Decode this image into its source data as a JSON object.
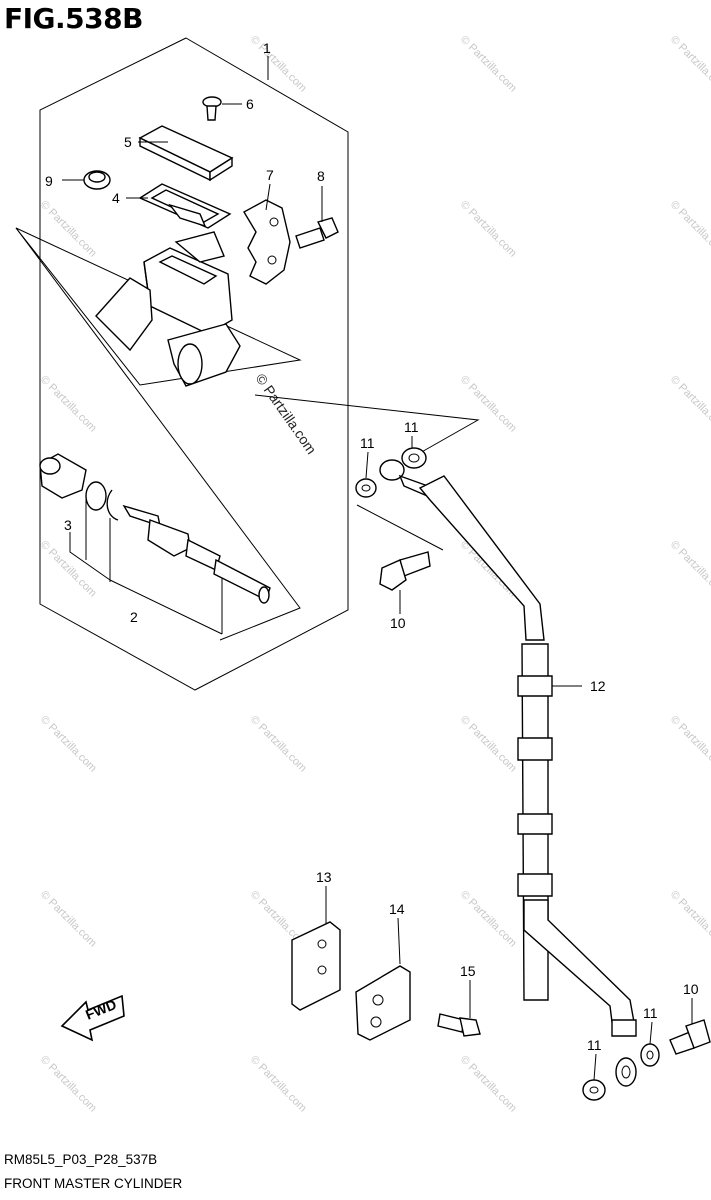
{
  "figure": {
    "title": "FIG.538B",
    "code": "RM85L5_P03_P28_537B",
    "name": "FRONT MASTER CYLINDER"
  },
  "watermark": {
    "text": "© Partzilla.com",
    "center_text": "© Partzilla.com"
  },
  "callouts": {
    "c1": "1",
    "c2": "2",
    "c3": "3",
    "c4": "4",
    "c5": "5",
    "c6": "6",
    "c7": "7",
    "c8": "8",
    "c9": "9",
    "c10a": "10",
    "c10b": "10",
    "c11a": "11",
    "c11b": "11",
    "c11c": "11",
    "c11d": "11",
    "c12": "12",
    "c13": "13",
    "c14": "14",
    "c15": "15"
  },
  "fwd_label": "FWD"
}
